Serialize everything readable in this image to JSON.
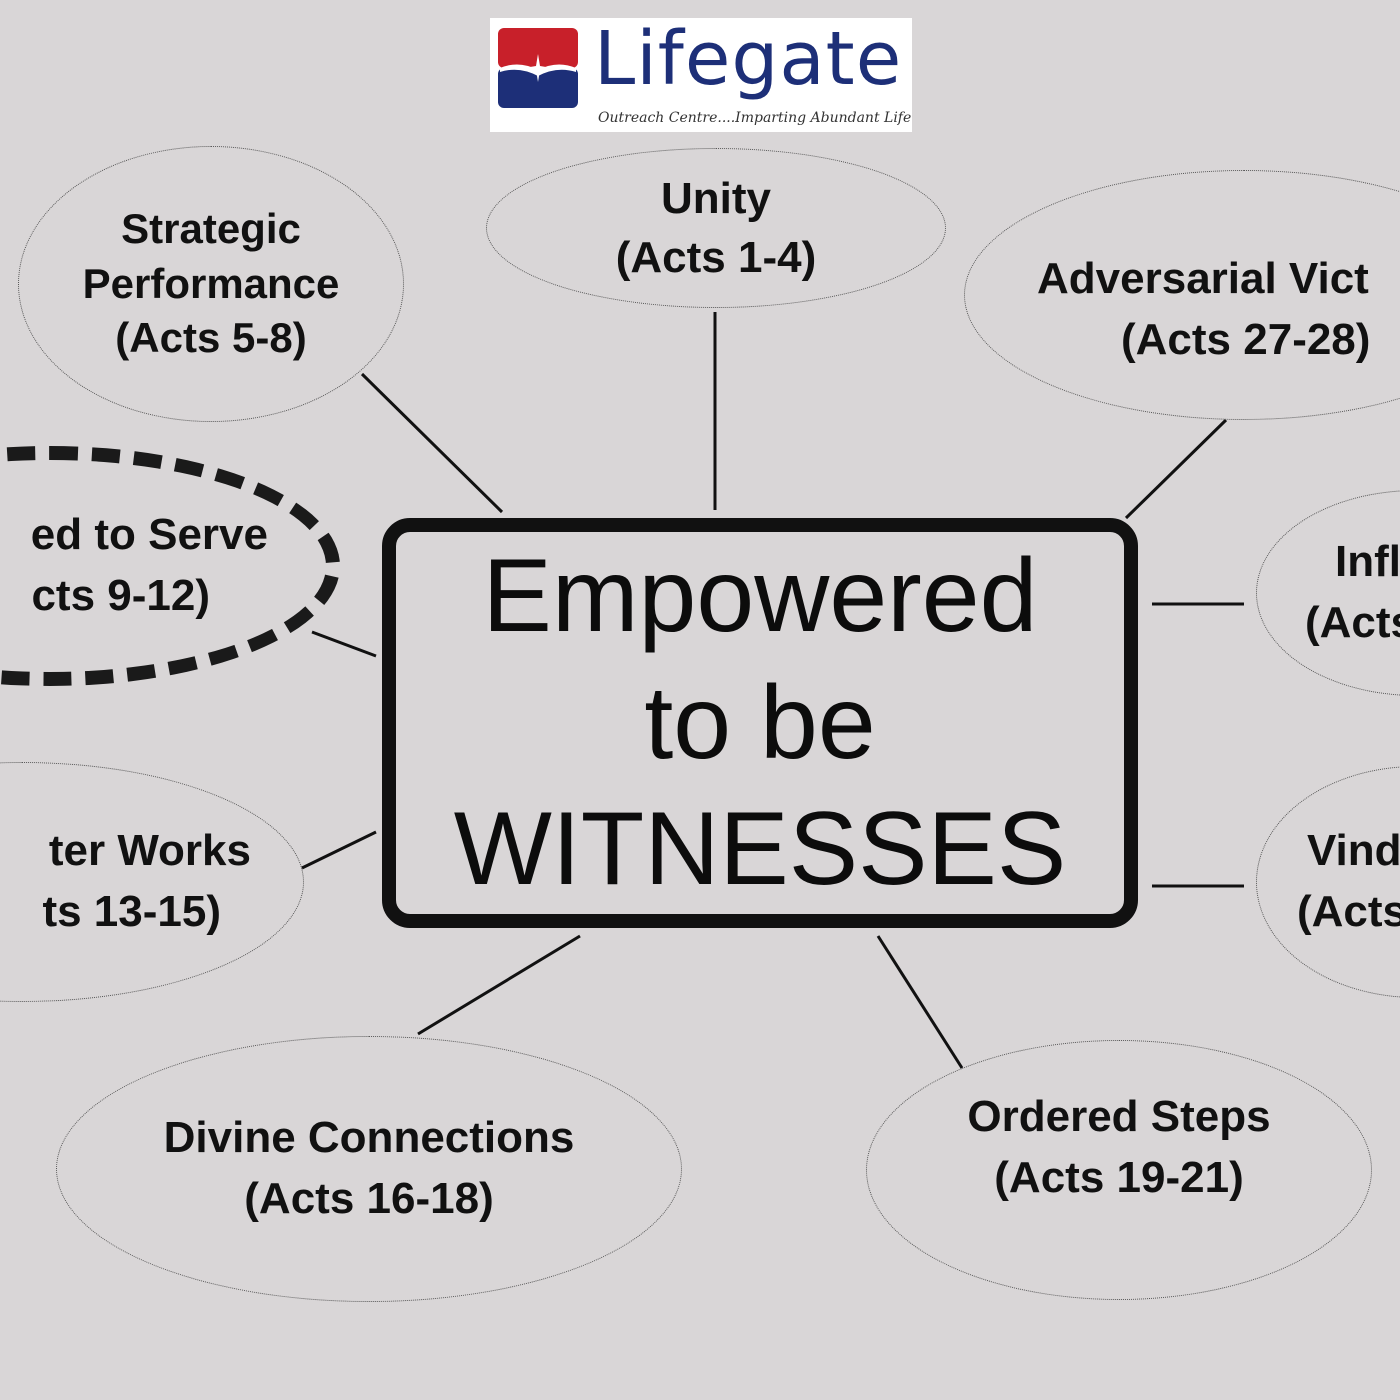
{
  "logo": {
    "name": "Lifegate",
    "tagline": "Outreach Centre....Imparting Abundant Life",
    "colors": {
      "red": "#c8202a",
      "navy": "#1d2f78"
    }
  },
  "center": {
    "lines": [
      "Empowered",
      "to be",
      "WITNESSES"
    ]
  },
  "nodes": {
    "strategic": {
      "line1": "Strategic",
      "line2": "Performance",
      "line3": "(Acts 5-8)"
    },
    "unity": {
      "line1": "Unity",
      "line2": "(Acts 1-4)"
    },
    "adversarial": {
      "line1": "Adversarial Vict",
      "line2": "(Acts 27-28)"
    },
    "equipped": {
      "line1": "ed to Serve",
      "line2": "cts 9-12)",
      "highlighted": true
    },
    "influence": {
      "line1": "Infl",
      "line2": "(Acts"
    },
    "greater": {
      "line1": "ter Works",
      "line2": "ts 13-15)"
    },
    "vindication": {
      "line1": "Vind",
      "line2": "(Acts"
    },
    "divine": {
      "line1": "Divine Connections",
      "line2": "(Acts 16-18)"
    },
    "ordered": {
      "line1": "Ordered Steps",
      "line2": "(Acts 19-21)"
    }
  }
}
